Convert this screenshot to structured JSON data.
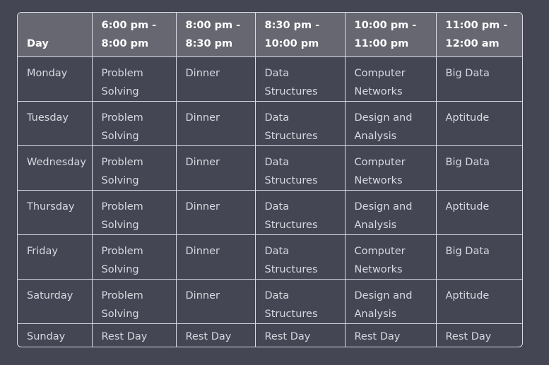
{
  "table": {
    "headers": [
      "Day",
      "6:00 pm -\n8:00 pm",
      "8:00 pm -\n8:30 pm",
      "8:30 pm -\n10:00 pm",
      "10:00 pm -\n11:00 pm",
      "11:00 pm -\n12:00 am"
    ],
    "rows": [
      [
        "Monday",
        "Problem\nSolving",
        "Dinner",
        "Data\nStructures",
        "Computer\nNetworks",
        "Big Data"
      ],
      [
        "Tuesday",
        "Problem\nSolving",
        "Dinner",
        "Data\nStructures",
        "Design and\nAnalysis",
        "Aptitude"
      ],
      [
        "Wednesday",
        "Problem\nSolving",
        "Dinner",
        "Data\nStructures",
        "Computer\nNetworks",
        "Big Data"
      ],
      [
        "Thursday",
        "Problem\nSolving",
        "Dinner",
        "Data\nStructures",
        "Design and\nAnalysis",
        "Aptitude"
      ],
      [
        "Friday",
        "Problem\nSolving",
        "Dinner",
        "Data\nStructures",
        "Computer\nNetworks",
        "Big Data"
      ],
      [
        "Saturday",
        "Problem\nSolving",
        "Dinner",
        "Data\nStructures",
        "Design and\nAnalysis",
        "Aptitude"
      ],
      [
        "Sunday",
        "Rest Day",
        "Rest Day",
        "Rest Day",
        "Rest Day",
        "Rest Day"
      ]
    ]
  },
  "colors": {
    "background": "#444653",
    "header_background": "#676772",
    "border": "#d9d9e3",
    "header_text": "#ffffff",
    "cell_text": "#d8d8e0"
  }
}
